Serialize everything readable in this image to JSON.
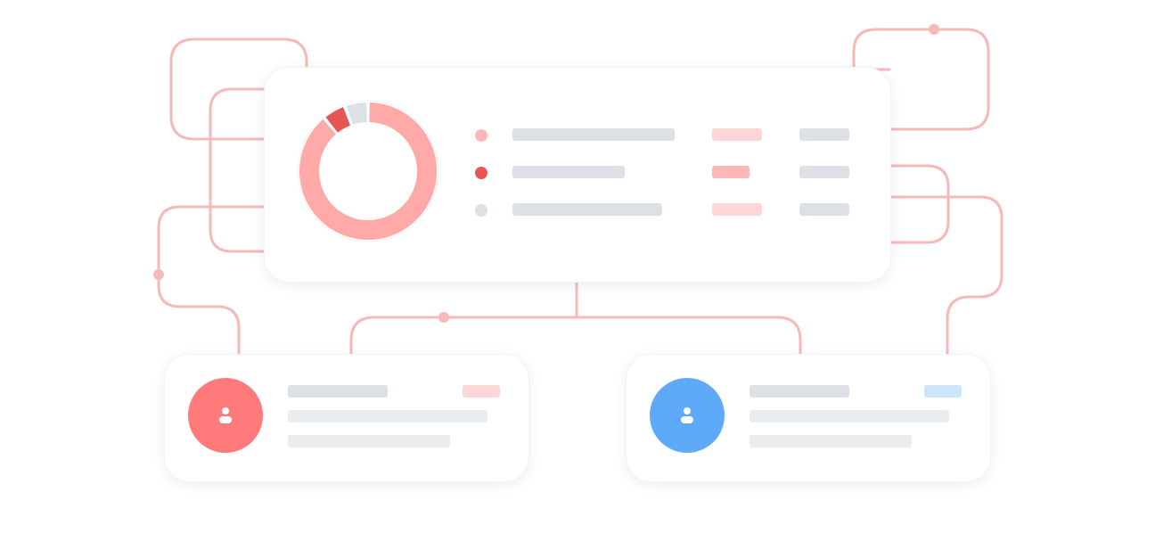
{
  "colors": {
    "connector": "#f7b8b8",
    "primary_red": "#ffa9a9",
    "accent_red": "#e85555",
    "neutral_gray": "#dde1e6",
    "light_gray": "#eaedf0",
    "pink_tag": "#ffd6d6",
    "mid_pink": "#ffb7b7",
    "blue_avatar": "#5eaaf8",
    "blue_tag": "#cce5fb",
    "red_avatar": "#ff7b7b"
  },
  "donut": {
    "segments": [
      {
        "name": "large",
        "fraction": 0.89,
        "color": "#ffa9a9"
      },
      {
        "name": "accent",
        "fraction": 0.055,
        "color": "#e85555"
      },
      {
        "name": "neutral",
        "fraction": 0.055,
        "color": "#dde1e6"
      }
    ]
  },
  "legend": [
    {
      "dot_color": "#ffb7b7",
      "tag_color": "#ffd6d6"
    },
    {
      "dot_color": "#e85555",
      "tag_color": "#ffb7b7"
    },
    {
      "dot_color": "#dde1e6",
      "tag_color": "#ffd6d6"
    }
  ],
  "users": [
    {
      "avatar_color": "#ff7b7b",
      "tag_color": "#ffd6d6",
      "icon": "user-icon"
    },
    {
      "avatar_color": "#5eaaf8",
      "tag_color": "#cce5fb",
      "icon": "user-icon"
    }
  ]
}
